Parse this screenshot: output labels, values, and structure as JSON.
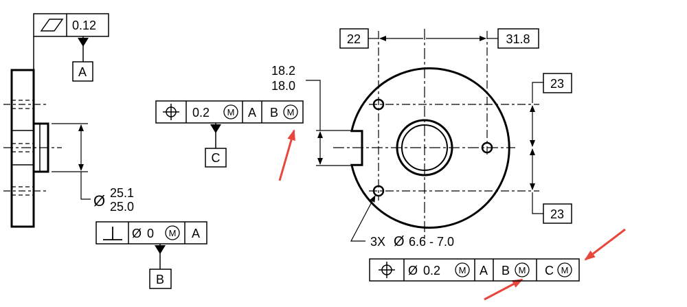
{
  "flatness_fcf": {
    "symbol": "flatness-icon",
    "tolerance": "0.12"
  },
  "datum_a": {
    "label": "A"
  },
  "datum_b": {
    "label": "B"
  },
  "datum_c": {
    "label": "C"
  },
  "boss_diameter": {
    "symbol": "Ø",
    "upper": "25.1",
    "lower": "25.0"
  },
  "perpendicularity_fcf": {
    "symbol": "perpendicularity-icon",
    "diameter": "Ø",
    "tolerance": "0",
    "modifier": "M",
    "datum1": "A"
  },
  "slot_width": {
    "upper": "18.2",
    "lower": "18.0"
  },
  "slot_position_fcf": {
    "symbol": "position-icon",
    "tolerance": "0.2",
    "modifier": "M",
    "datum1": "A",
    "datum2": "B",
    "datum2_modifier": "M"
  },
  "hole_spacing_x": {
    "left": "22",
    "right": "31.8"
  },
  "hole_spacing_y": {
    "top": "23",
    "bottom": "23"
  },
  "hole_callout": {
    "count": "3X",
    "symbol": "Ø",
    "range": "6.6 - 7.0"
  },
  "hole_position_fcf": {
    "symbol": "position-icon",
    "diameter": "Ø",
    "tolerance": "0.2",
    "modifier": "M",
    "datum1": "A",
    "datum2": "B",
    "datum2_modifier": "M",
    "datum3": "C",
    "datum3_modifier": "M"
  },
  "colors": {
    "annotation_arrow": "#e8463c",
    "line": "#000000"
  }
}
